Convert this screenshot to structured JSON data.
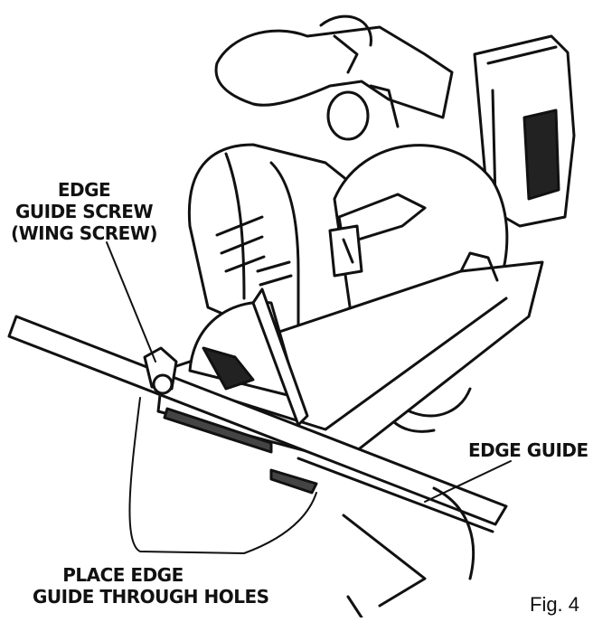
{
  "labels": {
    "edge_guide_screw": [
      "EDGE",
      "GUIDE SCREW",
      "(WING SCREW)"
    ],
    "edge_guide": "EDGE GUIDE",
    "place_edge_guide": [
      "PLACE EDGE",
      "GUIDE THROUGH HOLES"
    ],
    "figure_number": "Fig. 4"
  },
  "colors": {
    "ink": "#111111",
    "paper": "#ffffff"
  },
  "icons": [
    "circular-saw-illustration",
    "battery-pack",
    "edge-guide-bar",
    "wing-screw"
  ]
}
